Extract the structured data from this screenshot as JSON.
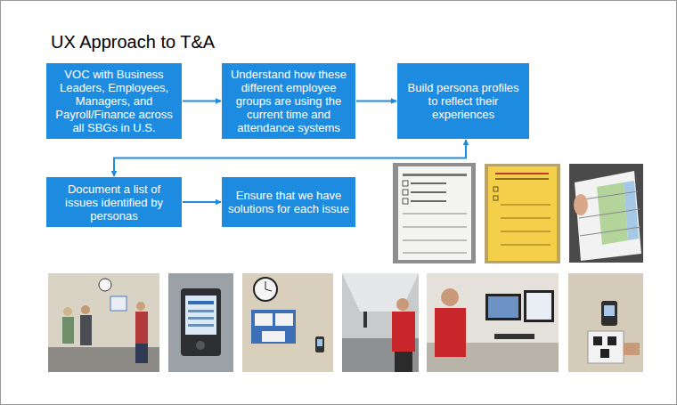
{
  "diagram": {
    "title": "UX Approach to T&A",
    "nodes": [
      {
        "text": [
          "VOC with Business Leaders, Employees, Managers, and Payroll/Finance across all SBGs in U.S."
        ]
      },
      {
        "text": [
          "Understand how these different employee groups are using the current time and attendance systems"
        ]
      },
      {
        "text": [
          "Build persona profiles to reflect their experiences"
        ]
      },
      {
        "text": [
          "Document a list of issues identified by personas"
        ]
      },
      {
        "text": [
          "Ensure that we have solutions for each issue"
        ]
      }
    ],
    "edges": [
      {
        "from": 0,
        "to": 1,
        "arrow": "to"
      },
      {
        "from": 1,
        "to": 2,
        "arrow": "to"
      },
      {
        "from": 2,
        "to": 3,
        "arrow": "both"
      },
      {
        "from": 3,
        "to": 4,
        "arrow": "to"
      }
    ]
  }
}
